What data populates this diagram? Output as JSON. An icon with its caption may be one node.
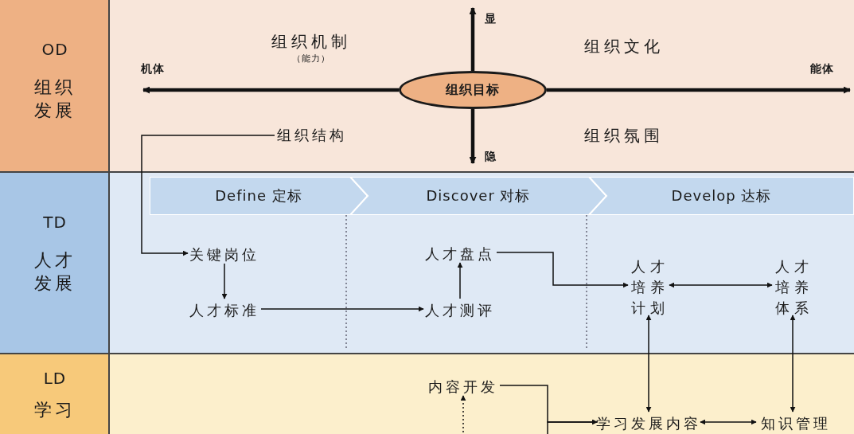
{
  "diagram": {
    "nodes": [
      {
        "text": [
          "OD",
          "组织发展"
        ]
      },
      {
        "text": [
          "组织目标"
        ],
        "in": 0
      },
      {
        "text": [
          "组织结构"
        ],
        "in": 0
      },
      {
        "text": [
          "TD",
          "人才发展"
        ]
      },
      {
        "text": [
          "Define 定标"
        ],
        "in": 3
      },
      {
        "text": [
          "Discover 对标"
        ],
        "in": 3
      },
      {
        "text": [
          "Develop 达标"
        ],
        "in": 3
      },
      {
        "text": [
          "关键岗位"
        ],
        "in": 3
      },
      {
        "text": [
          "人才标准"
        ],
        "in": 3
      },
      {
        "text": [
          "人才盘点"
        ],
        "in": 3
      },
      {
        "text": [
          "人才测评"
        ],
        "in": 3
      },
      {
        "text": [
          "人才培养计划"
        ],
        "in": 3
      },
      {
        "text": [
          "人才培养体系"
        ],
        "in": 3
      },
      {
        "text": [
          "LD",
          "学习"
        ]
      },
      {
        "text": [
          "内容开发"
        ],
        "in": 13
      },
      {
        "text": [
          "学习发展内容"
        ],
        "in": 13
      },
      {
        "text": [
          "知识管理"
        ],
        "in": 13
      },
      {
        "text": [
          "机体"
        ],
        "in": 0
      },
      {
        "text": [
          "能体"
        ],
        "in": 0
      },
      {
        "text": [
          "显"
        ],
        "in": 0
      },
      {
        "text": [
          "隐"
        ],
        "in": 0
      }
    ],
    "edges": [
      {
        "from": 2,
        "to": 7,
        "arrow": "to"
      },
      {
        "from": 7,
        "to": 8,
        "arrow": "to"
      },
      {
        "from": 8,
        "to": 10,
        "arrow": "to"
      },
      {
        "from": 10,
        "to": 9,
        "arrow": "to"
      },
      {
        "from": 9,
        "to": 11,
        "arrow": "to"
      },
      {
        "from": 11,
        "to": 12,
        "arrow": "both"
      },
      {
        "from": 11,
        "to": 15,
        "arrow": "both"
      },
      {
        "from": 12,
        "to": 16,
        "arrow": "both"
      },
      {
        "from": 15,
        "to": 16,
        "arrow": "both"
      },
      {
        "from": null,
        "to": 14,
        "arrow": "to",
        "style": "dashed"
      },
      {
        "from": 14,
        "to": 15,
        "arrow": "to"
      },
      {
        "from": null,
        "to": 15,
        "arrow": "to"
      },
      {
        "from": 1,
        "to": 17,
        "arrow": "to",
        "style": "thick"
      },
      {
        "from": 1,
        "to": 18,
        "arrow": "to",
        "style": "thick"
      },
      {
        "from": 1,
        "to": 19,
        "arrow": "to",
        "style": "thick"
      },
      {
        "from": 1,
        "to": 20,
        "arrow": "to",
        "style": "thick"
      }
    ],
    "labels": [
      "组织机制",
      "组织文化",
      "（能力）",
      "组织氛围"
    ]
  }
}
